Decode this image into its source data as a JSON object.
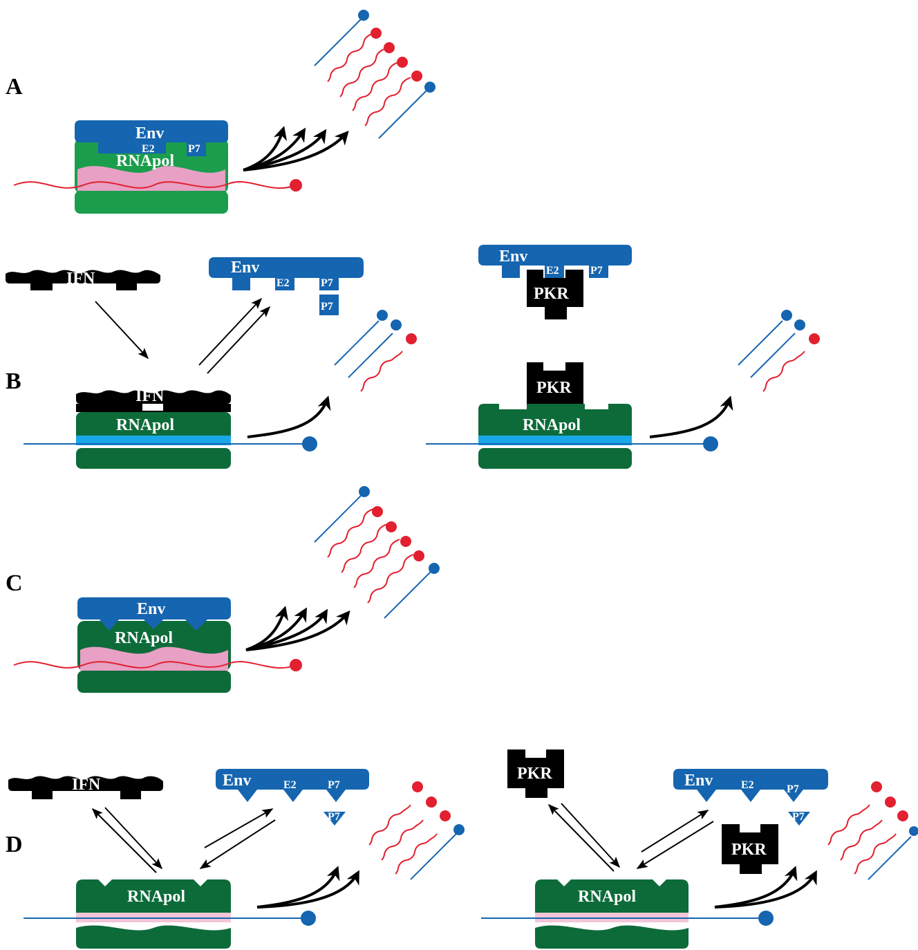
{
  "panels": {
    "A": {
      "letter": "A",
      "env": "Env",
      "e2": "E2",
      "p7": "P7",
      "rnapol": "RNApol"
    },
    "B": {
      "letter": "B",
      "ifn_free": "IFN",
      "ifn_bound": "IFN",
      "rnapol_left": "RNApol",
      "env": "Env",
      "e2": "E2",
      "p7": "P7",
      "p7_free": "P7",
      "env_pkr": "Env",
      "e2_pkr": "E2",
      "p7_pkr": "P7",
      "pkr_top": "PKR",
      "pkr_bound": "PKR",
      "rnapol_right": "RNApol"
    },
    "C": {
      "letter": "C",
      "env": "Env",
      "rnapol": "RNApol"
    },
    "D": {
      "letter": "D",
      "ifn": "IFN",
      "env_left": "Env",
      "e2_left": "E2",
      "p7_left": "P7",
      "p7_free_left": "P7",
      "rnapol_left": "RNApol",
      "pkr_top": "PKR",
      "pkr_free": "PKR",
      "env_right": "Env",
      "e2_right": "E2",
      "p7_right": "P7",
      "p7_free_right": "P7",
      "rnapol_right": "RNApol"
    }
  },
  "colors": {
    "env_blue": "#1565b0",
    "pol_green": "#1a9e4c",
    "pol_dark_green": "#0d6b3a",
    "rna_red": "#e2202f",
    "rna_blue": "#1565b0",
    "pink": "#e8a0c4",
    "light_pink": "#f3c6d8",
    "cyan": "#1aa7e8",
    "black": "#000000"
  }
}
